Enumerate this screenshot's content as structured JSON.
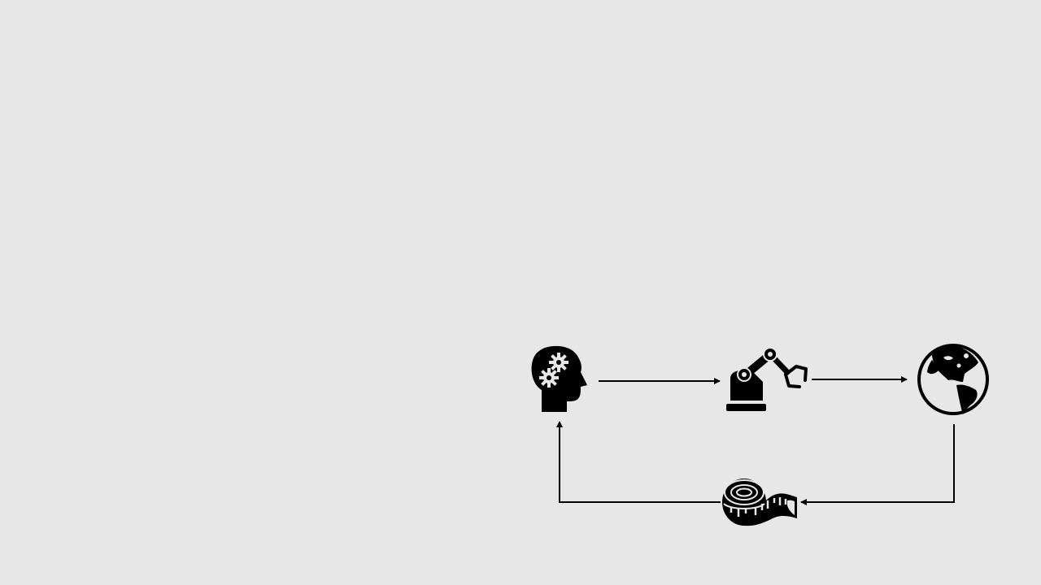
{
  "background_color": "#e7e7e7",
  "stroke_color": "#000000",
  "nodes": [
    {
      "id": "mind",
      "icon": "head-with-gears-icon"
    },
    {
      "id": "robot",
      "icon": "robotic-arm-icon"
    },
    {
      "id": "world",
      "icon": "globe-icon"
    },
    {
      "id": "measure",
      "icon": "measuring-tape-icon"
    }
  ],
  "edges": [
    {
      "from": "mind",
      "to": "robot"
    },
    {
      "from": "robot",
      "to": "world"
    },
    {
      "from": "world",
      "to": "measure"
    },
    {
      "from": "measure",
      "to": "mind"
    }
  ]
}
